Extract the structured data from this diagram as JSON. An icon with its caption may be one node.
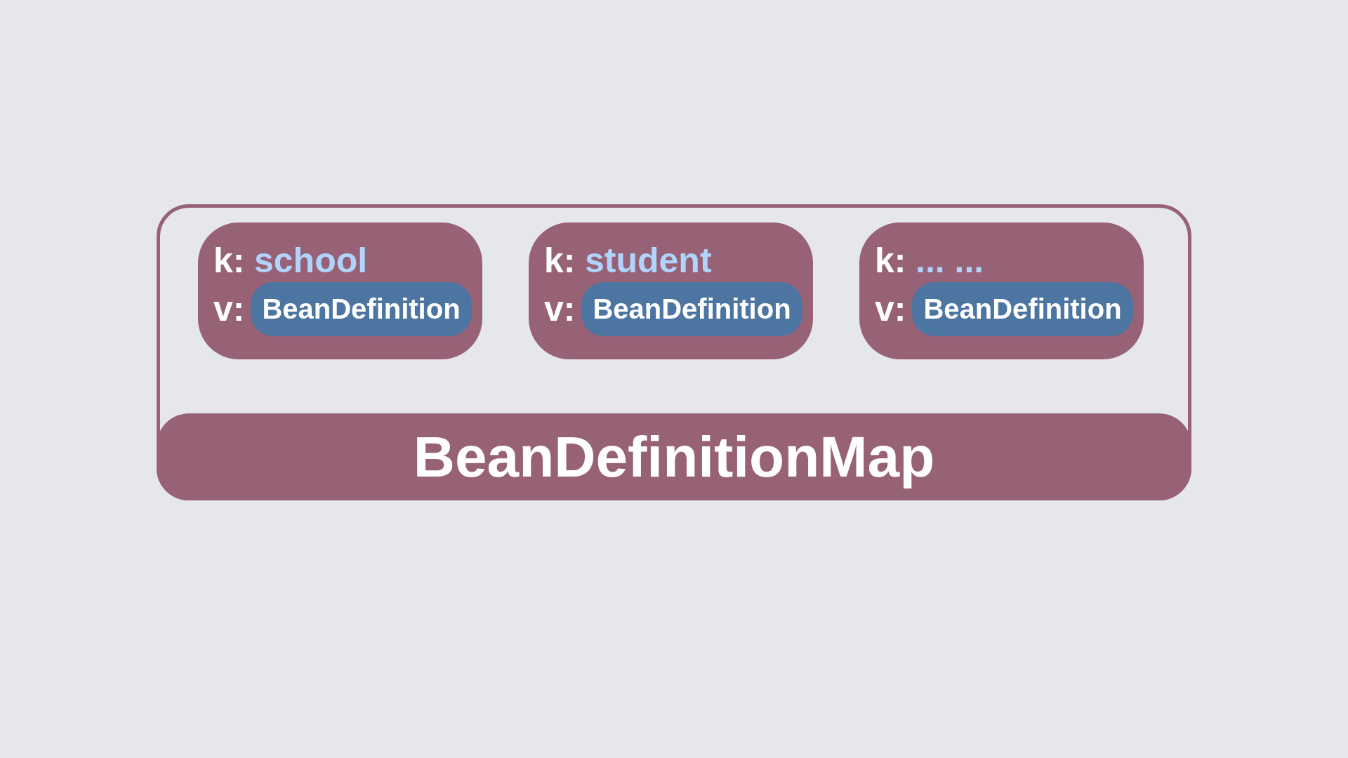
{
  "diagram": {
    "nodes": [
      {
        "text": [
          "BeanDefinitionMap"
        ]
      },
      {
        "text": [
          "k:",
          "school",
          "v:"
        ],
        "in": 0
      },
      {
        "text": [
          "BeanDefinition"
        ],
        "in": 1
      },
      {
        "text": [
          "k:",
          "student",
          "v:"
        ],
        "in": 0
      },
      {
        "text": [
          "BeanDefinition"
        ],
        "in": 3
      },
      {
        "text": [
          "k:",
          "... ...",
          "v:"
        ],
        "in": 0
      },
      {
        "text": [
          "BeanDefinition"
        ],
        "in": 5
      }
    ]
  }
}
